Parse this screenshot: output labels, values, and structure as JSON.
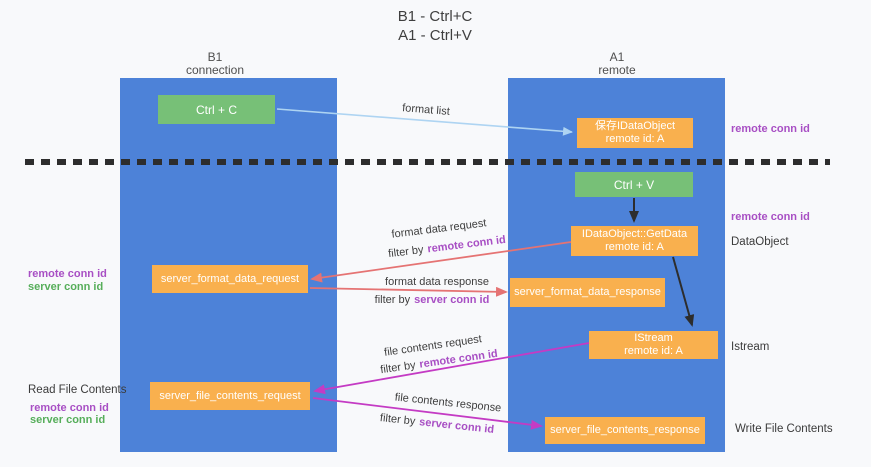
{
  "title": {
    "line1": "B1 - Ctrl+C",
    "line2": "A1 - Ctrl+V"
  },
  "columns": {
    "left": {
      "name": "B1",
      "subtitle": "connection"
    },
    "right": {
      "name": "A1",
      "subtitle": "remote"
    }
  },
  "boxes": {
    "ctrl_c": {
      "label": "Ctrl + C"
    },
    "save_dataobject": {
      "line1": "保存IDataObject",
      "line2": "remote id: A"
    },
    "ctrl_v": {
      "label": "Ctrl + V"
    },
    "getdata": {
      "line1": "IDataObject::GetData",
      "line2": "remote id: A"
    },
    "server_format_data_request": {
      "label": "server_format_data_request"
    },
    "server_format_data_response": {
      "label": "server_format_data_response"
    },
    "istream": {
      "line1": "IStream",
      "line2": "remote id: A"
    },
    "server_file_contents_request": {
      "label": "server_file_contents_request"
    },
    "server_file_contents_response": {
      "label": "server_file_contents_response"
    }
  },
  "arrow_labels": {
    "format_list": "format list",
    "format_data_request": "format data request",
    "format_data_response": "format data response",
    "file_contents_request": "file contents request",
    "file_contents_response": "file contents response",
    "filter_by": "filter by",
    "remote_conn_id": "remote conn id",
    "server_conn_id": "server conn id"
  },
  "side_labels": {
    "left_remote_conn_id": "remote conn id",
    "left_server_conn_id": "server conn id",
    "read_file_contents": "Read File Contents",
    "left_remote_conn_id_2": "remote conn id",
    "left_server_conn_id_2": "server conn id",
    "right_remote_conn_id_top": "remote conn id",
    "right_remote_conn_id_mid": "remote conn id",
    "dataobject": "DataObject",
    "istream": "Istream",
    "write_file_contents": "Write File Contents"
  },
  "colors": {
    "lifeline_blue": "#4d82d8",
    "action_green": "#77c077",
    "message_orange": "#f9b04e",
    "arrow_light_blue": "#aed4f2",
    "arrow_salmon": "#e57373",
    "arrow_magenta": "#c43bc4",
    "arrow_black": "#2d2d2d",
    "remote_conn_id_purple": "#a84fc4",
    "server_conn_id_green": "#56ae5a",
    "background": "#f8f9fb"
  }
}
